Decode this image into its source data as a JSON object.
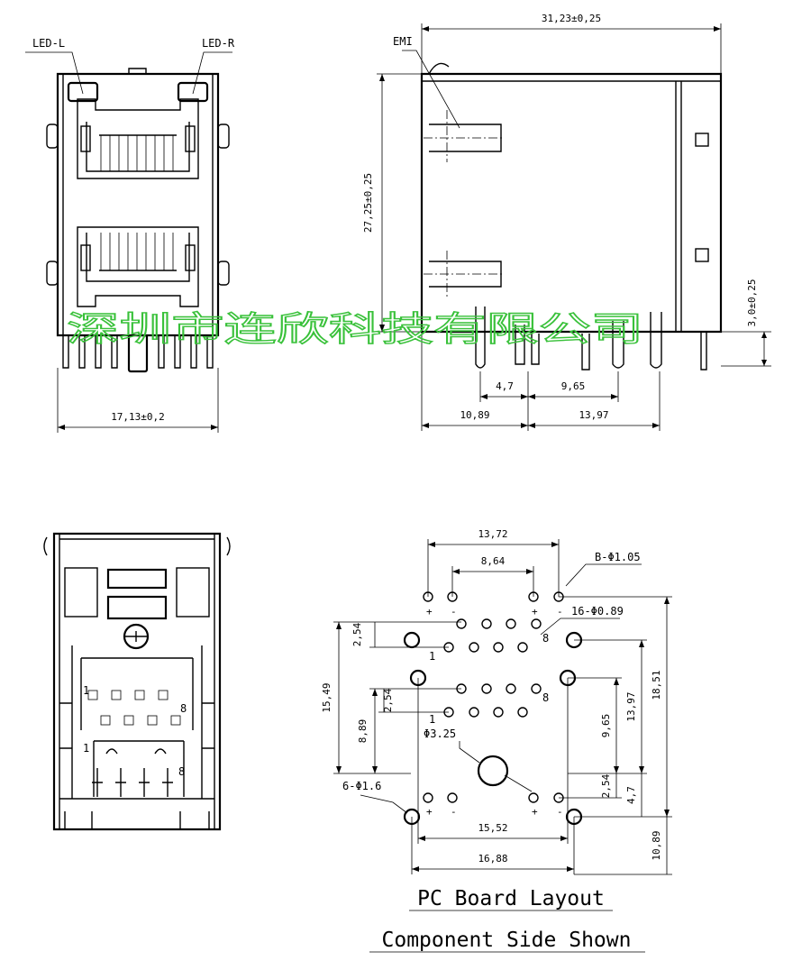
{
  "labels": {
    "led_l": "LED-L",
    "led_r": "LED-R",
    "emi": "EMI",
    "b_holes": "B-Φ1.05",
    "pin_holes": "16-Φ0.89",
    "center_hole": "Φ3.25",
    "mount_holes": "6-Φ1.6",
    "plus": "+",
    "minus": "-",
    "one": "1",
    "eight": "8"
  },
  "dimensions": {
    "front_width": "17,13±0,2",
    "side_length": "31,23±0,25",
    "side_height": "27,25±0,25",
    "pin_length": "3,0±0,25",
    "d_4_7": "4,7",
    "d_9_65": "9,65",
    "d_10_89": "10,89",
    "d_13_97": "13,97",
    "pcb_13_72": "13,72",
    "pcb_8_64": "8,64",
    "pcb_2_54_a": "2,54",
    "pcb_15_49": "15,49",
    "pcb_2_54_b": "2,54",
    "pcb_8_89": "8,89",
    "pcb_9_65": "9,65",
    "pcb_13_97": "13,97",
    "pcb_18_51": "18,51",
    "pcb_2_54_c": "2,54",
    "pcb_4_7": "4,7",
    "pcb_10_89": "10,89",
    "pcb_15_52": "15,52",
    "pcb_16_88": "16,88"
  },
  "titles": {
    "line1": "PC Board Layout",
    "line2": "Component Side Shown"
  },
  "watermark": "深圳市连欣科技有限公司",
  "colors": {
    "line": "#000000",
    "watermark": "#39c13a"
  }
}
